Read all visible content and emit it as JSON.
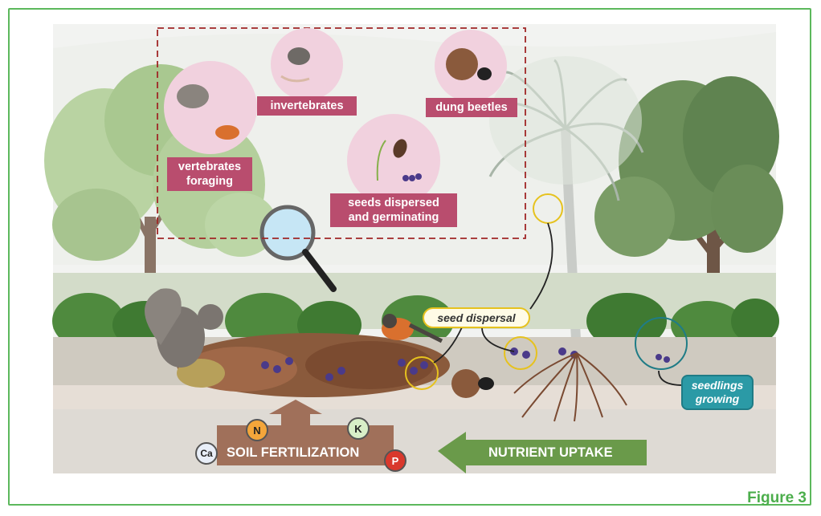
{
  "labels": {
    "vertebrates": "vertebrates foraging",
    "invertebrates": "invertebrates",
    "dung_beetles": "dung beetles",
    "seeds": "seeds dispersed and germinating",
    "seed_dispersal": "seed dispersal",
    "seedlings": "seedlings growing",
    "soil_fertilization": "SOIL FERTILIZATION",
    "nutrient_uptake": "NUTRIENT UPTAKE",
    "figure": "Figure 3"
  },
  "nutrients": {
    "n": "N",
    "k": "K",
    "ca": "Ca",
    "p": "P"
  },
  "colors": {
    "frame": "#5cb85c",
    "label_bg": "#b94d6e",
    "soil_arrow": "#a0705a",
    "uptake_arrow": "#6a9a4a",
    "seed_dispersal_border": "#e6c21e",
    "seedlings_bg": "#2b9aa6",
    "nutrient_n": "#f4a63a",
    "nutrient_k": "#d8efc8",
    "nutrient_ca": "#e8eef8",
    "nutrient_p": "#d9382c"
  }
}
